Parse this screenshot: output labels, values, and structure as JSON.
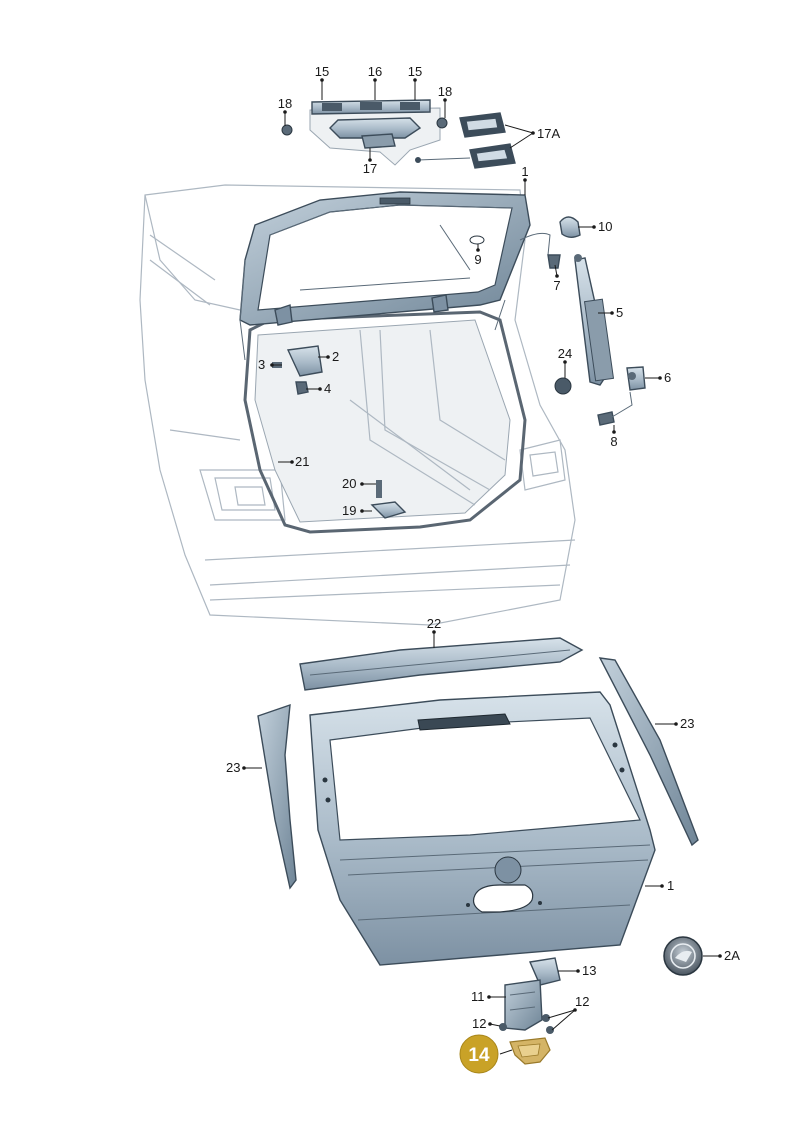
{
  "callouts": {
    "c15a": "15",
    "c16": "16",
    "c15b": "15",
    "c18a": "18",
    "c18b": "18",
    "c17": "17",
    "c17A": "17A",
    "c1top": "1",
    "c10": "10",
    "c9": "9",
    "c7": "7",
    "c5": "5",
    "c3": "3",
    "c2": "2",
    "c4": "4",
    "c24": "24",
    "c6": "6",
    "c8": "8",
    "c21": "21",
    "c20": "20",
    "c19": "19",
    "c22": "22",
    "c23right": "23",
    "c23left": "23",
    "c1bottom": "1",
    "c2A": "2A",
    "c13": "13",
    "c11": "11",
    "c12right": "12",
    "c12left": "12"
  },
  "highlight": {
    "label": "14",
    "color": "#c9a227"
  }
}
